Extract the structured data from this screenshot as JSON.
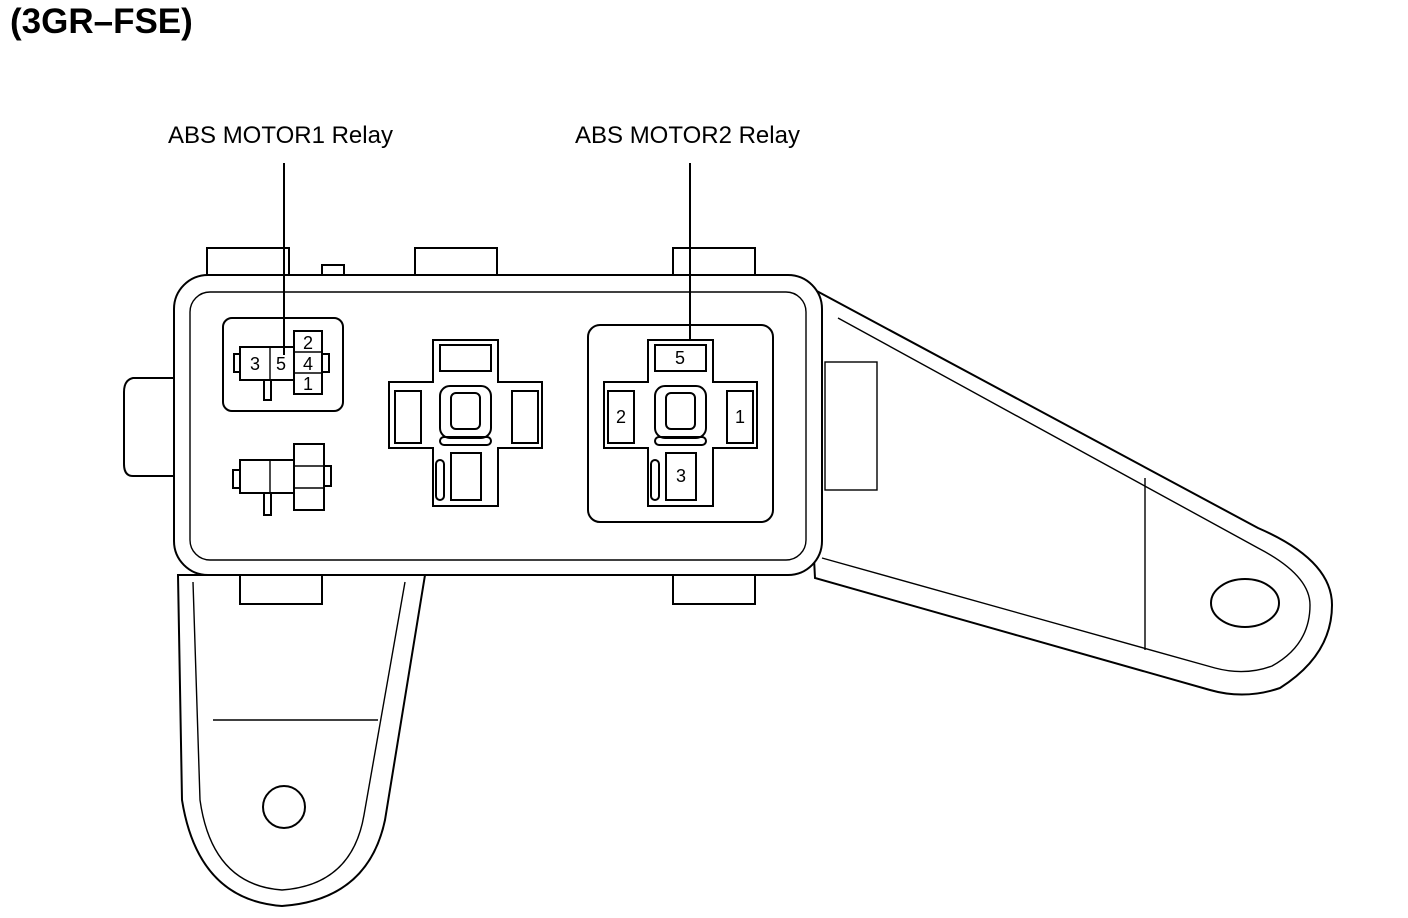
{
  "heading": "(3GR–FSE)",
  "labels": {
    "relay1": "ABS MOTOR1 Relay",
    "relay2": "ABS MOTOR2 Relay"
  },
  "relay1_pins": {
    "p3": "3",
    "p5": "5",
    "p2": "2",
    "p4": "4",
    "p1": "1"
  },
  "relay2_pins": {
    "p5": "5",
    "p2": "2",
    "p1": "1",
    "p3": "3"
  }
}
